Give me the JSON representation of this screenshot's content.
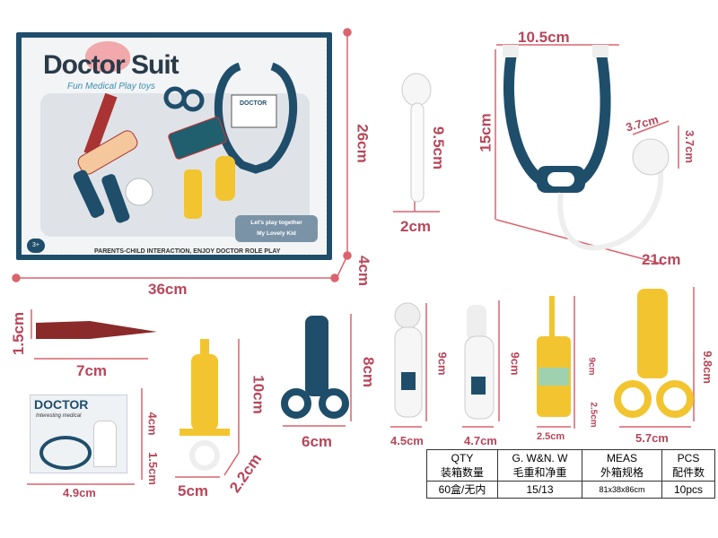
{
  "package": {
    "title": "Doctor Suit",
    "subtitle": "Fun Medical Play toys",
    "badge_line1": "Let's play together",
    "badge_line2": "My Lovely Kid",
    "footer": "PARENTS-CHILD INTERACTION, ENJOY DOCTOR ROLE PLAY",
    "age": "3+",
    "screen_label": "DOCTOR"
  },
  "dimensions": {
    "box_width": "36cm",
    "box_height": "26cm",
    "box_depth": "4cm",
    "spoon_height": "9.5cm",
    "spoon_width": "2cm",
    "stethoscope_width": "10.5cm",
    "stethoscope_height": "15cm",
    "chestpiece_width": "3.7cm",
    "chestpiece_height": "3.7cm",
    "tube_length": "21cm",
    "knife_height": "1.5cm",
    "knife_length": "7cm",
    "card_height": "4cm",
    "card_depth": "1.5cm",
    "card_width": "4.9cm",
    "syringe_height": "10cm",
    "syringe_width": "5cm",
    "syringe_depth": "2.2cm",
    "scissors_height": "8cm",
    "scissors_width": "6cm",
    "mirror_height": "9cm",
    "mirror_width": "4.5cm",
    "tongue_height": "9cm",
    "tongue_width": "4.7cm",
    "bottle_height": "9cm",
    "bottle_depth": "2.5cm",
    "bottle_width": "2.5cm",
    "yscissors_height": "9.8cm",
    "yscissors_width": "5.7cm"
  },
  "card": {
    "title": "DOCTOR",
    "subtitle": "Interesting medical"
  },
  "spec_table": {
    "headers": [
      {
        "en": "QTY",
        "zh": "装箱数量"
      },
      {
        "en": "G. W&N. W",
        "zh": "毛重和净重"
      },
      {
        "en": "MEAS",
        "zh": "外箱规格"
      },
      {
        "en": "PCS",
        "zh": "配件数"
      }
    ],
    "row": [
      "60盒/无内",
      "15/13",
      "81x38x86cm",
      "10pcs"
    ]
  },
  "colors": {
    "dimension": "#b8465a",
    "navy": "#1f4e6b",
    "yellow": "#f2c530"
  }
}
